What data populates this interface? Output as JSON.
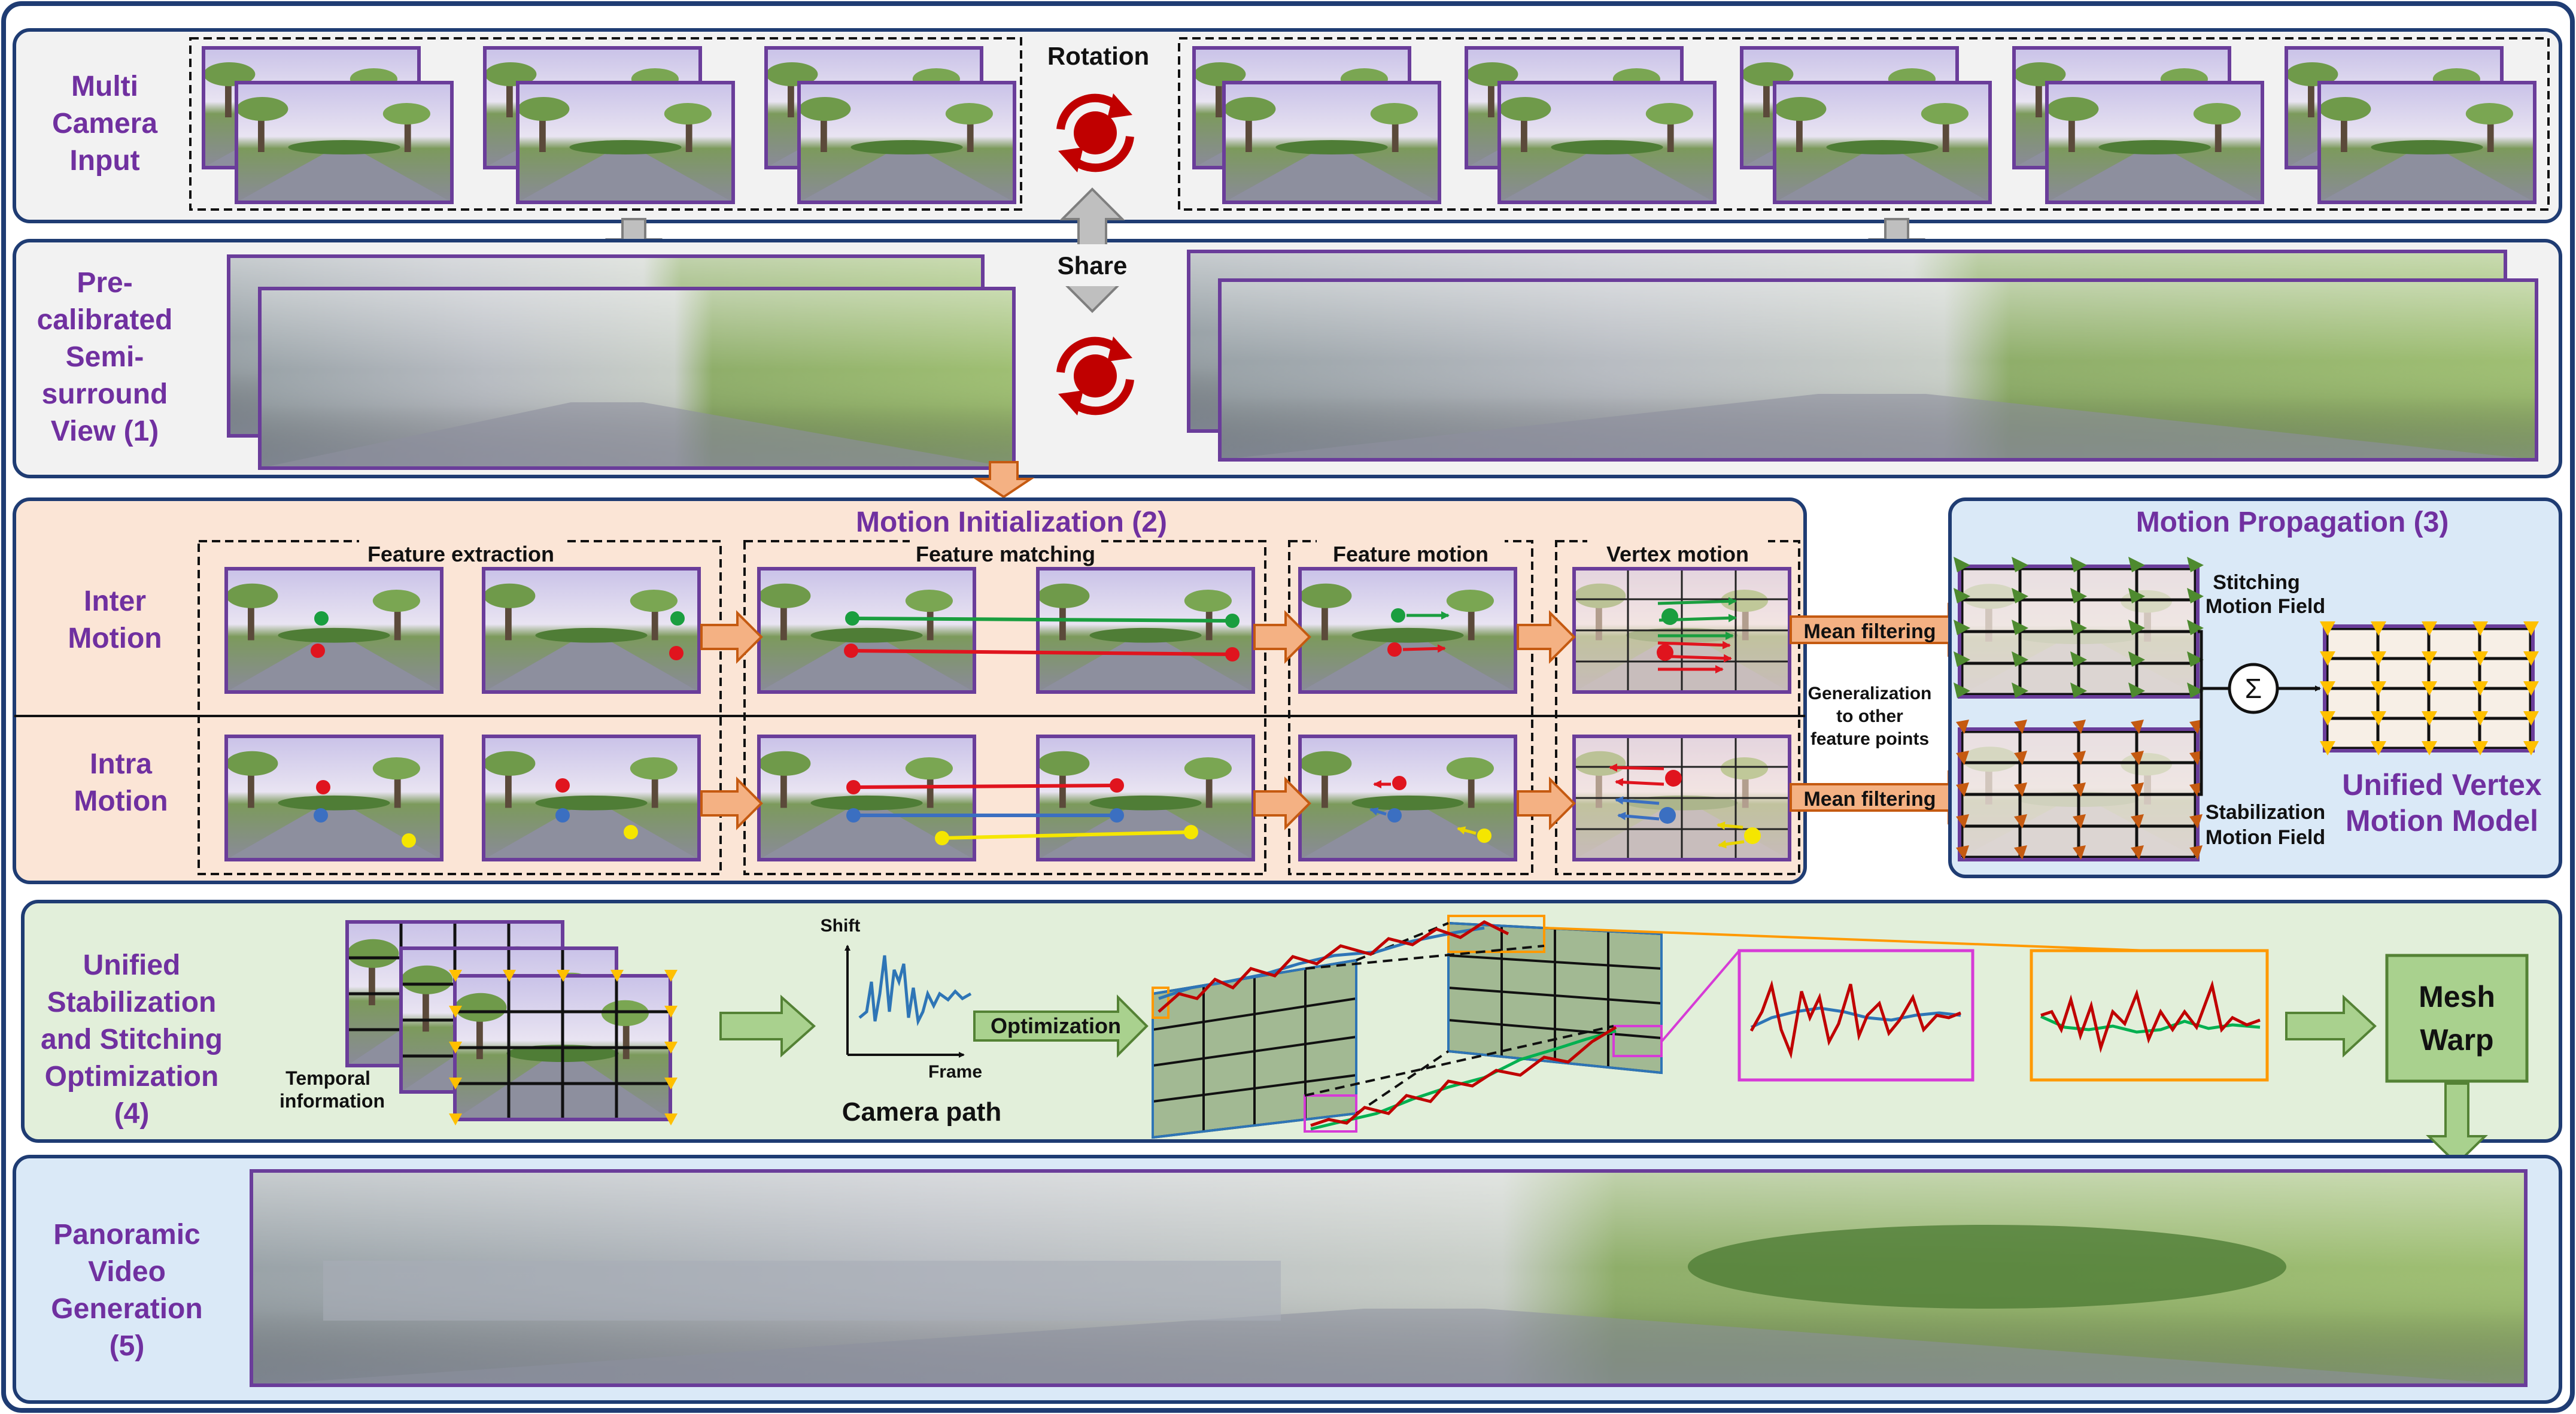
{
  "stages": {
    "s1": {
      "l1": "Multi",
      "l2": "Camera",
      "l3": "Input",
      "rotation": "Rotation"
    },
    "s2": {
      "l1": "Pre-",
      "l2": "calibrated",
      "l3": "Semi-",
      "l4": "surround",
      "l5": "View (1)",
      "share": "Share"
    },
    "s3": {
      "title": "Motion Initialization (2)",
      "inter1": "Inter",
      "inter2": "Motion",
      "intra1": "Intra",
      "intra2": "Motion",
      "feature_extraction": "Feature extraction",
      "feature_matching": "Feature matching",
      "feature_motion": "Feature motion",
      "vertex_motion": "Vertex motion",
      "mean_filtering": "Mean filtering",
      "gen1": "Generalization",
      "gen2": "to other",
      "gen3": "feature points"
    },
    "prop": {
      "title": "Motion Propagation (3)",
      "stitch1": "Stitching",
      "stitch2": "Motion Field",
      "stab1": "Stabilization",
      "stab2": "Motion Field",
      "sigma": "Σ",
      "unified1": "Unified Vertex",
      "unified2": "Motion Model"
    },
    "s4": {
      "l1": "Unified",
      "l2": "Stabilization",
      "l3": "and Stitching",
      "l4": "Optimization",
      "l5": "(4)",
      "temporal1": "Temporal",
      "temporal2": "information",
      "shift": "Shift",
      "frame": "Frame",
      "camera_path": "Camera path",
      "optimization": "Optimization",
      "mesh1": "Mesh",
      "mesh2": "Warp"
    },
    "s5": {
      "l1": "Panoramic",
      "l2": "Video",
      "l3": "Generation",
      "l4": "(5)"
    }
  },
  "colors": {
    "navy": "#1f3c73",
    "purple_text": "#7030a0",
    "photo_border": "#6a3d9a",
    "stage_gray": "#f2f2f2",
    "stage_peach": "#fbe5d6",
    "stage_green": "#e2efda",
    "stage_blue": "#dae9f7",
    "orange_arrow": "#f4b183",
    "green_box": "#a9d18e",
    "red_curve": "#c00000",
    "blue_curve": "#2e75b6",
    "green_curve": "#00b050",
    "feature_green": "#1a9e3f",
    "feature_red": "#e0141e",
    "feature_blue": "#3b6fc1",
    "feature_yellow": "#f5e600"
  },
  "icons": [
    "rotation-icon",
    "share-arrow-icon",
    "sigma-icon"
  ]
}
